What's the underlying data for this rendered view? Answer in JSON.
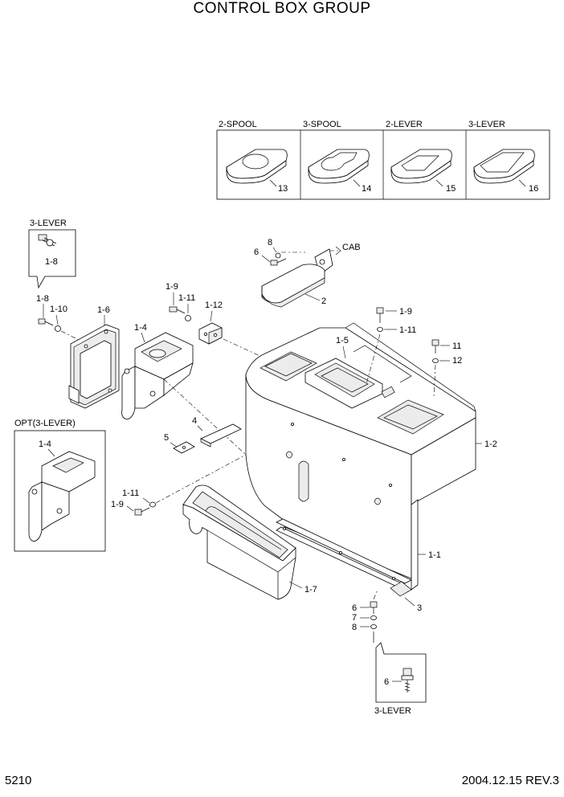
{
  "title": "CONTROL BOX GROUP",
  "page_number": "5210",
  "revision": "2004.12.15  REV.3",
  "options": [
    {
      "header": "2-SPOOL",
      "part": "13"
    },
    {
      "header": "3-SPOOL",
      "part": "14"
    },
    {
      "header": "2-LEVER",
      "part": "15"
    },
    {
      "header": "3-LEVER",
      "part": "16"
    }
  ],
  "callouts": {
    "cab": "CAB",
    "topleft_header": "3-LEVER",
    "topleft_part": "1-8",
    "opt_header": "OPT(3-LEVER)",
    "opt_part": "1-4",
    "bottom_header": "3-LEVER",
    "bottom_part": "6"
  },
  "labels": {
    "p1_8": "1-8",
    "p1_10": "1-10",
    "p1_6": "1-6",
    "p1_4": "1-4",
    "p1_9a": "1-9",
    "p1_11a": "1-11",
    "p1_12": "1-12",
    "p6a": "6",
    "p8a": "8",
    "p2": "2",
    "p1_9b": "1-9",
    "p1_11b": "1-11",
    "p1_5": "1-5",
    "p11": "11",
    "p12": "12",
    "p1_2": "1-2",
    "p4": "4",
    "p5": "5",
    "p1_11c": "1-11",
    "p1_9c": "1-9",
    "p1_1": "1-1",
    "p1_7": "1-7",
    "p3": "3",
    "p6b": "6",
    "p7": "7",
    "p8b": "8"
  }
}
